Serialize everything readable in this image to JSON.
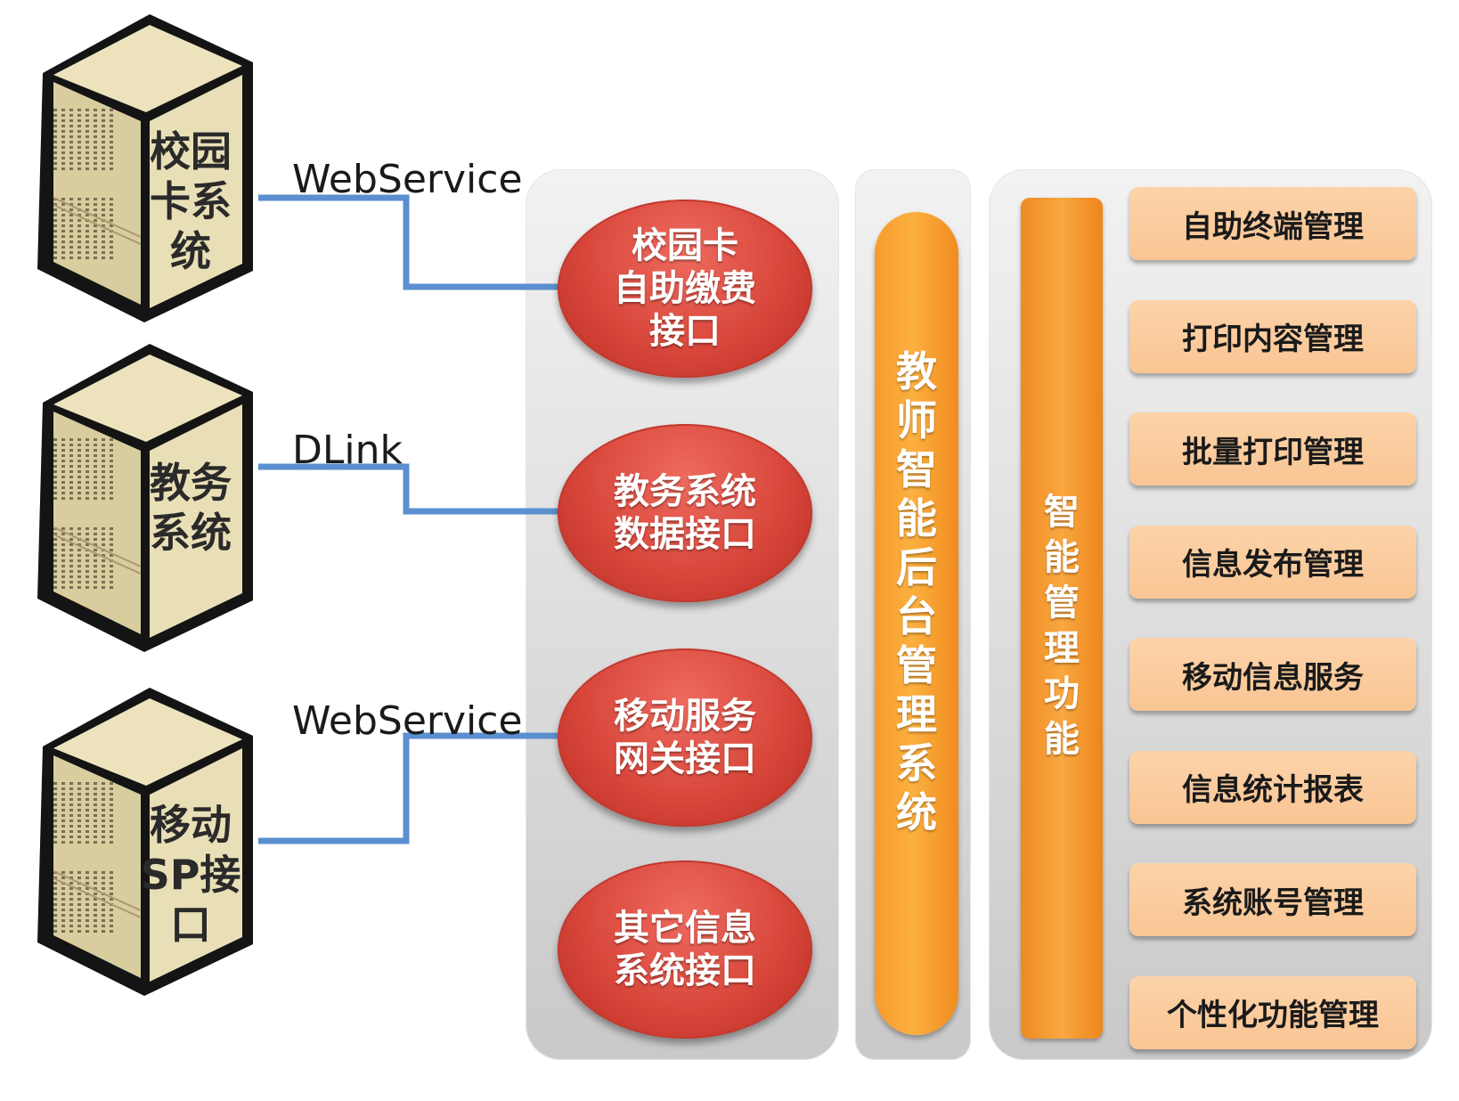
{
  "servers": [
    {
      "label_lines": [
        "校园",
        "卡系",
        "统"
      ]
    },
    {
      "label_lines": [
        "教务",
        "系统"
      ]
    },
    {
      "label_lines": [
        "移动",
        "SP接",
        "口"
      ]
    }
  ],
  "connections": [
    "WebService",
    "DLink",
    "WebService"
  ],
  "interfaces": [
    {
      "lines": [
        "校园卡",
        "自助缴费",
        "接口"
      ]
    },
    {
      "lines": [
        "教务系统",
        "数据接口"
      ]
    },
    {
      "lines": [
        "移动服务",
        "网关接口"
      ]
    },
    {
      "lines": [
        "其它信息",
        "系统接口"
      ]
    }
  ],
  "center_system": {
    "chars": [
      "教",
      "师",
      "智",
      "能",
      "后",
      "台",
      "管",
      "理",
      "系",
      "统"
    ]
  },
  "function_bar": {
    "chars": [
      "智",
      "能",
      "管",
      "理",
      "功",
      "能"
    ]
  },
  "functions": [
    "自助终端管理",
    "打印内容管理",
    "批量打印管理",
    "信息发布管理",
    "移动信息服务",
    "信息统计报表",
    "系统账号管理",
    "个性化功能管理"
  ],
  "colors": {
    "server_face": "#e6dcb2",
    "server_outline": "#141414",
    "line": "#5b8fcf",
    "ellipse": "#d9473b",
    "orange": "#f9a740",
    "func_box": "#fbcb9d"
  }
}
